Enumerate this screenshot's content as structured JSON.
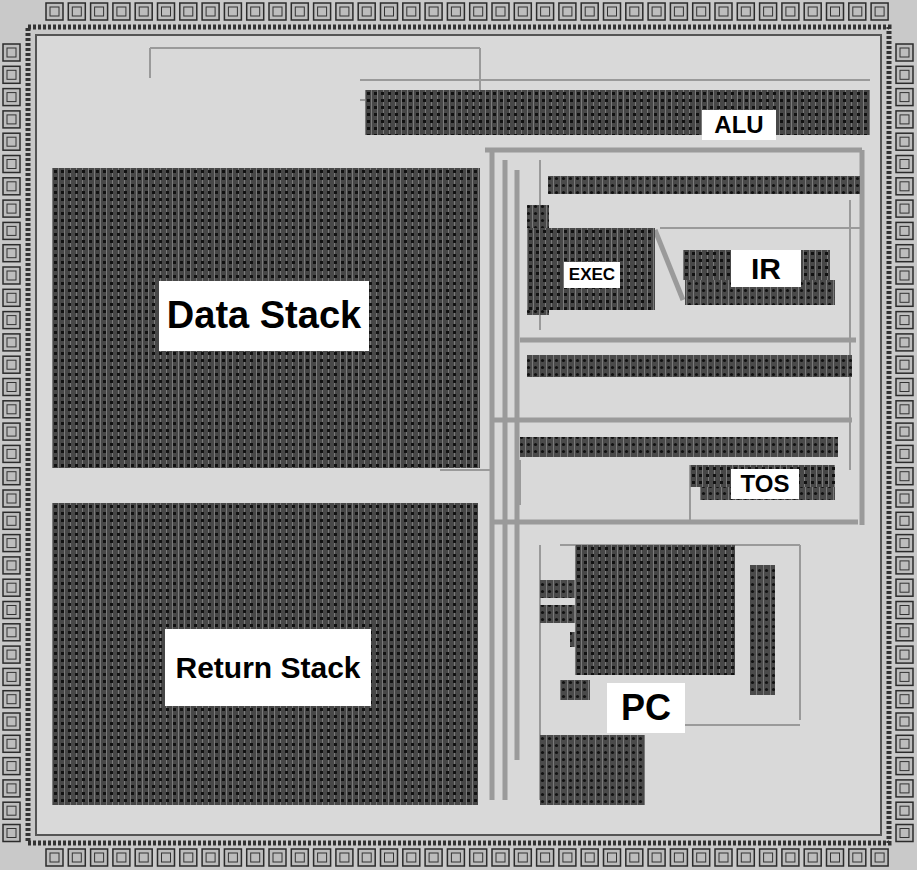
{
  "diagram": {
    "nodes": [
      {
        "text": [
          "ALU"
        ]
      },
      {
        "text": [
          "Data Stack"
        ]
      },
      {
        "text": [
          "EXEC"
        ]
      },
      {
        "text": [
          "IR"
        ]
      },
      {
        "text": [
          "TOS"
        ]
      },
      {
        "text": [
          "Return Stack"
        ]
      },
      {
        "text": [
          "PC"
        ]
      }
    ]
  }
}
